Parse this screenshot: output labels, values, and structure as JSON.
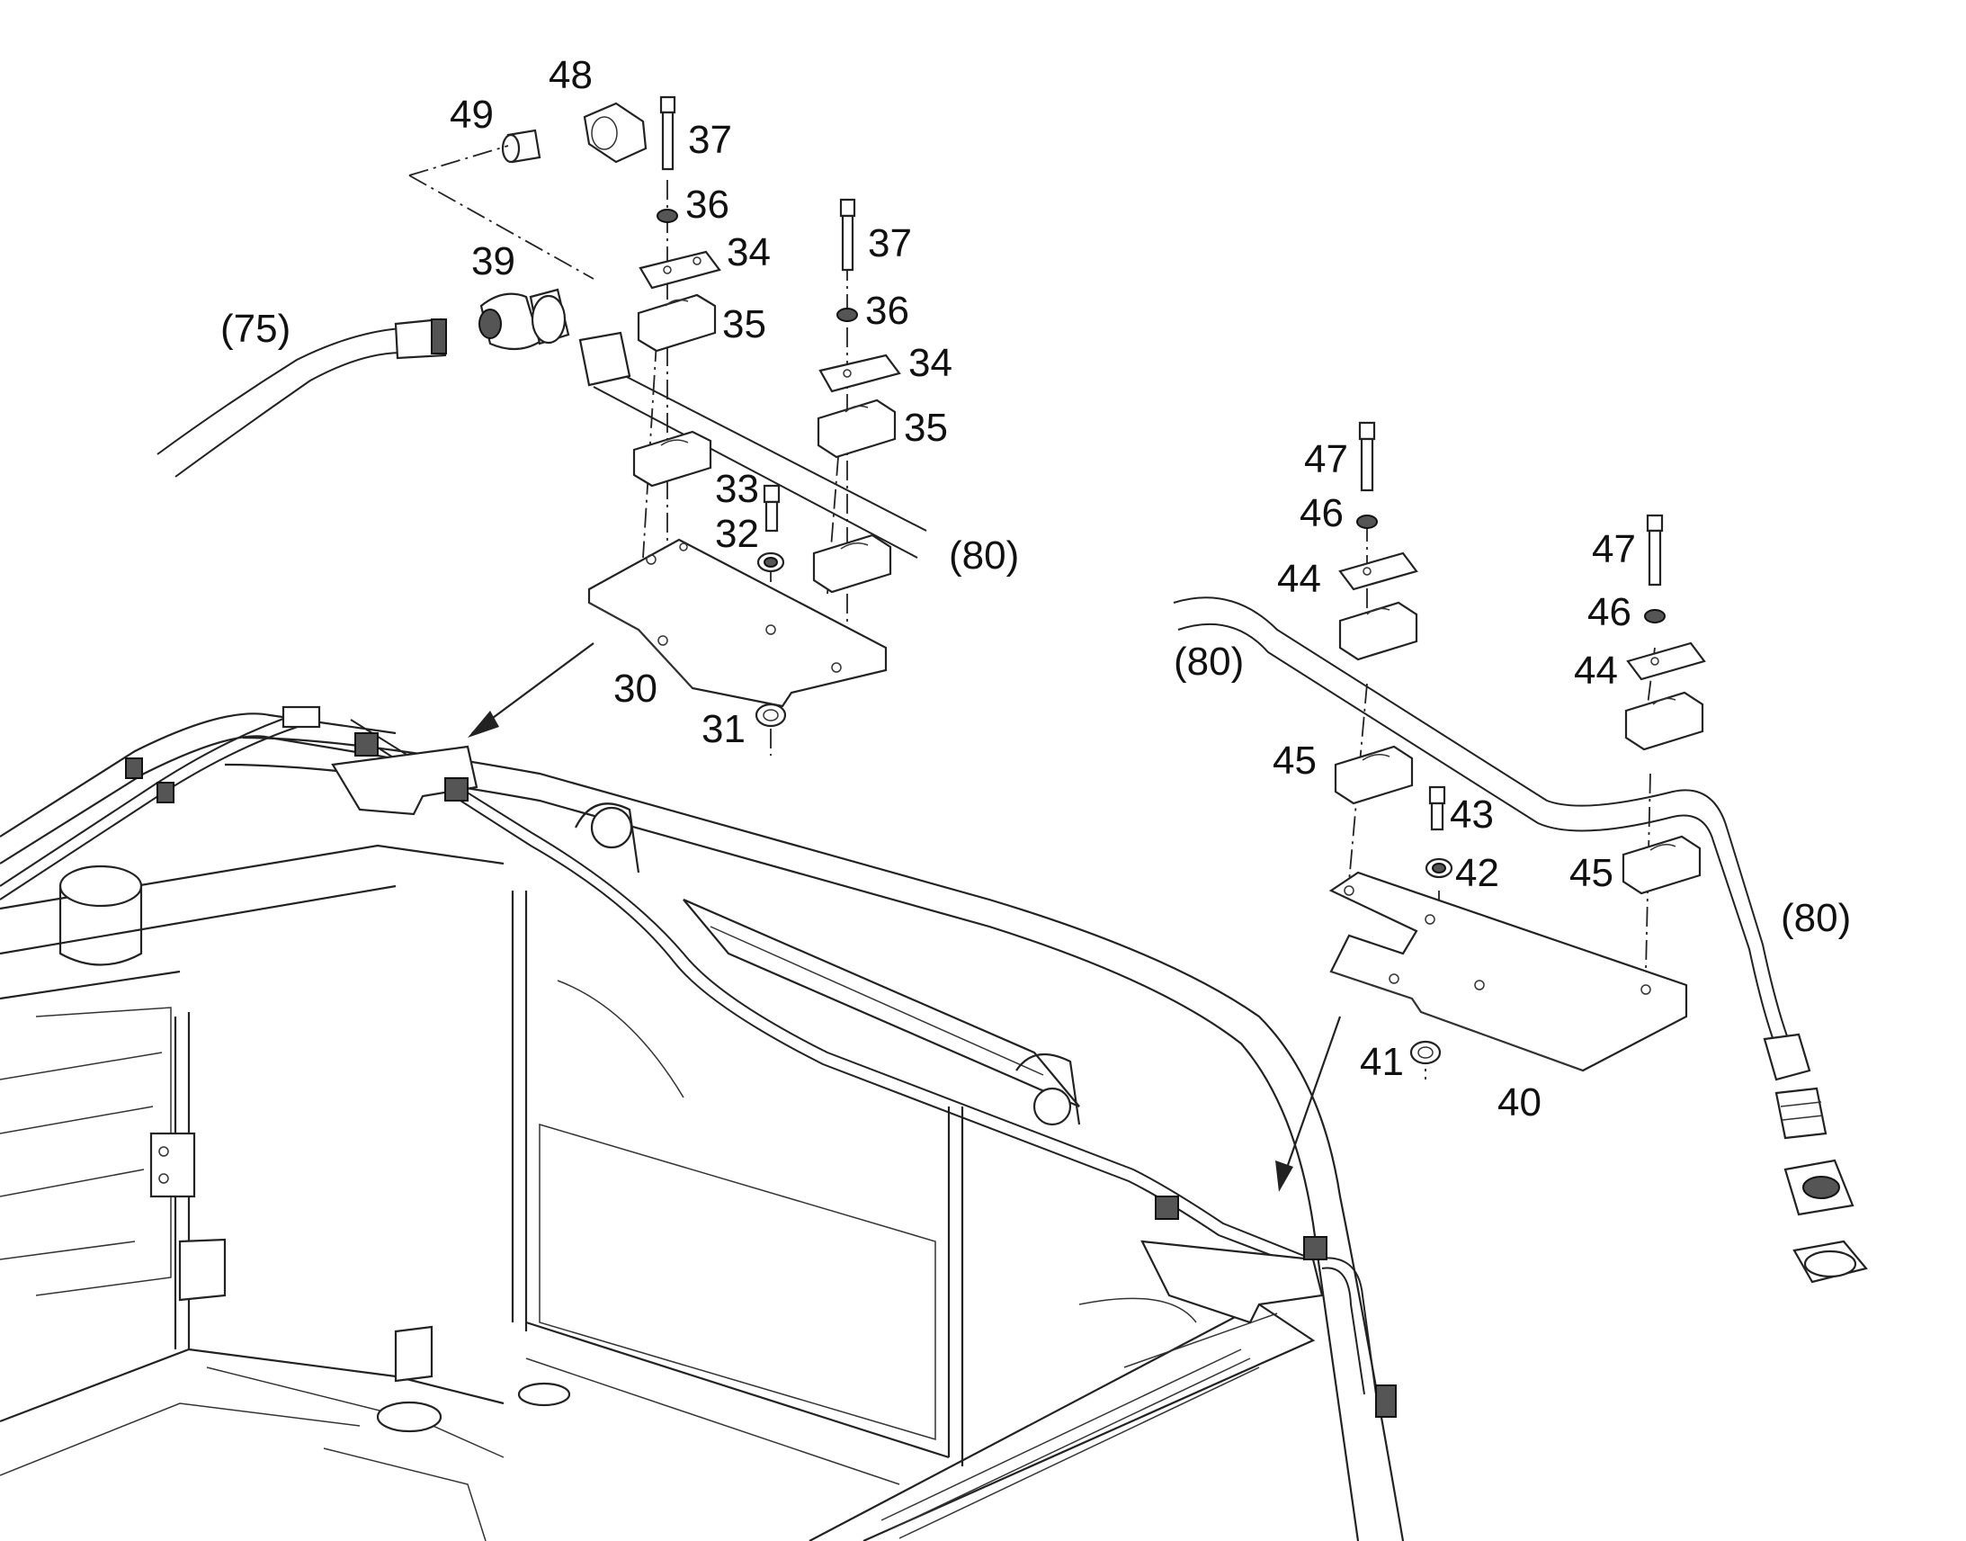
{
  "callouts": {
    "c30": "30",
    "c31": "31",
    "c32": "32",
    "c33": "33",
    "c34a": "34",
    "c34b": "34",
    "c35a": "35",
    "c35b": "35",
    "c36a": "36",
    "c36b": "36",
    "c37a": "37",
    "c37b": "37",
    "c39": "39",
    "c40": "40",
    "c41": "41",
    "c42": "42",
    "c43": "43",
    "c44a": "44",
    "c44b": "44",
    "c45a": "45",
    "c45b": "45",
    "c46a": "46",
    "c46b": "46",
    "c47a": "47",
    "c47b": "47",
    "c48": "48",
    "c49": "49",
    "r75": "(75)",
    "r80a": "(80)",
    "r80b": "(80)",
    "r80c": "(80)"
  }
}
